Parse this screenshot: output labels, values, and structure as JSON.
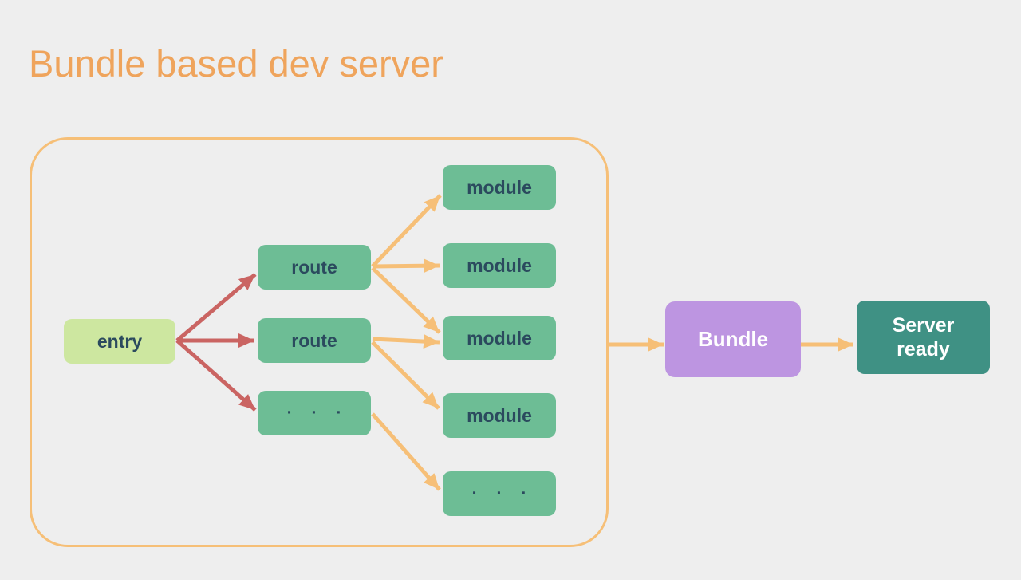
{
  "title": "Bundle based dev server",
  "colors": {
    "page_bg": "#ffffff",
    "slide_bg": "#eeeeee",
    "title_orange": "#efa45c",
    "accent_orange": "#f6bf77",
    "arrow_red": "#ca6462",
    "entry_green": "#cde7a0",
    "node_green": "#6dbd95",
    "bundle_purple": "#bd95e1",
    "server_teal": "#3f9184",
    "text_dark": "#2b4a5e",
    "text_light": "#ffffff"
  },
  "nodes": {
    "entry": "entry",
    "route1": "route",
    "route2": "route",
    "route_more": "· · ·",
    "module1": "module",
    "module2": "module",
    "module3": "module",
    "module4": "module",
    "module_more": "· · ·",
    "bundle": "Bundle",
    "server": "Server\nready"
  },
  "edges": [
    {
      "from": "entry",
      "to": "route1",
      "color": "#ca6462"
    },
    {
      "from": "entry",
      "to": "route2",
      "color": "#ca6462"
    },
    {
      "from": "entry",
      "to": "route_more",
      "color": "#ca6462"
    },
    {
      "from": "route1",
      "to": "module1",
      "color": "#f6bf77"
    },
    {
      "from": "route1",
      "to": "module2",
      "color": "#f6bf77"
    },
    {
      "from": "route1",
      "to": "module3",
      "color": "#f6bf77"
    },
    {
      "from": "route2",
      "to": "module3",
      "color": "#f6bf77"
    },
    {
      "from": "route2",
      "to": "module4",
      "color": "#f6bf77"
    },
    {
      "from": "route_more",
      "to": "module_more",
      "color": "#f6bf77"
    },
    {
      "from": "group",
      "to": "bundle",
      "color": "#f6bf77"
    },
    {
      "from": "bundle",
      "to": "server",
      "color": "#f6bf77"
    }
  ]
}
